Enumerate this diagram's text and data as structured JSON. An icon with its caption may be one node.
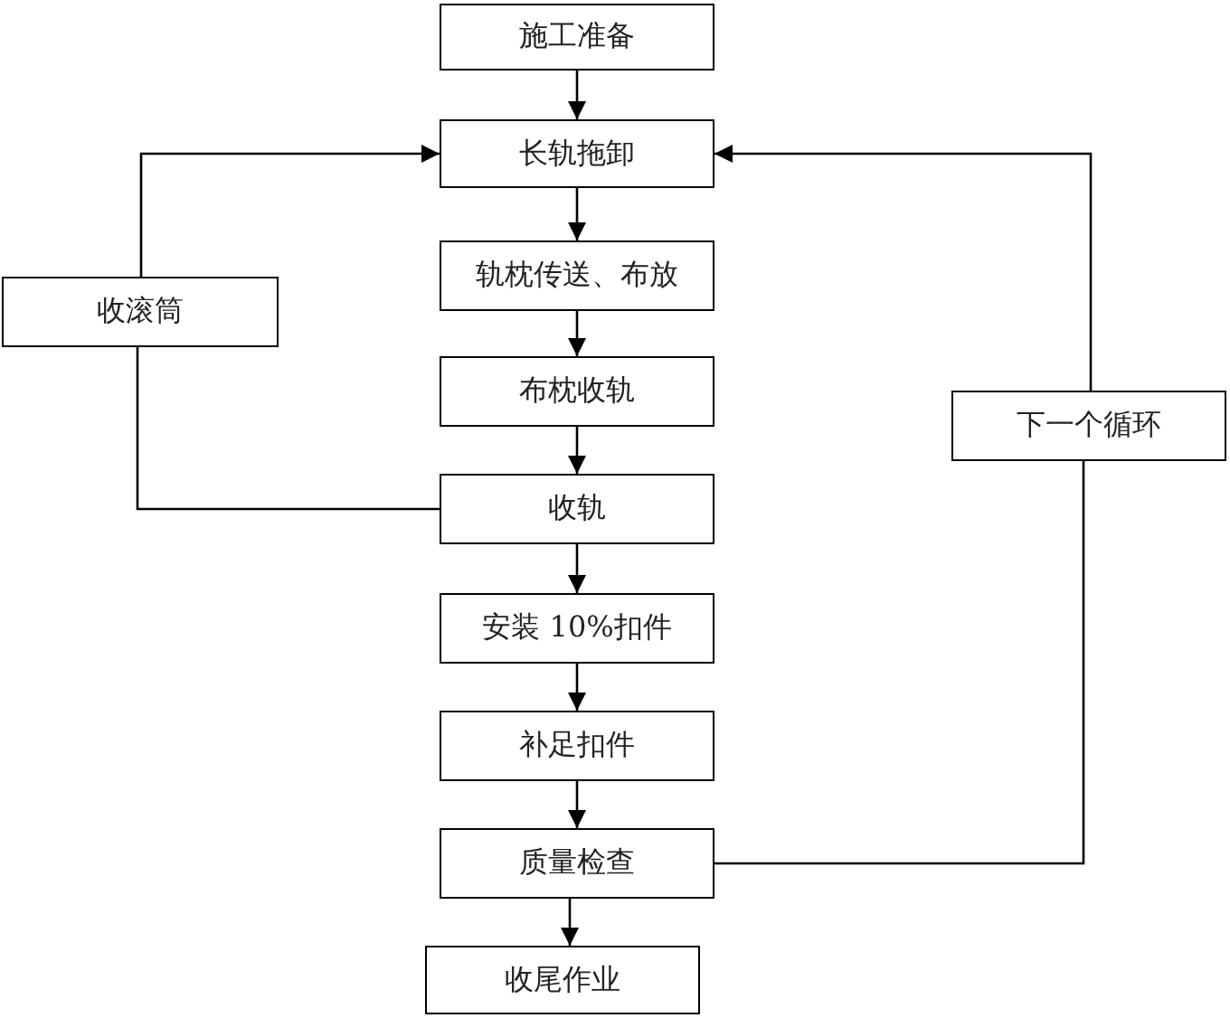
{
  "diagram": {
    "nodes": [
      {
        "text": [
          "施工准备"
        ]
      },
      {
        "text": [
          "长轨拖卸"
        ]
      },
      {
        "text": [
          "轨枕传送、布放"
        ]
      },
      {
        "text": [
          "收滚筒"
        ]
      },
      {
        "text": [
          "布枕收轨"
        ]
      },
      {
        "text": [
          "下一个循环"
        ]
      },
      {
        "text": [
          "收轨"
        ]
      },
      {
        "text": [
          "安装 10%扣件"
        ]
      },
      {
        "text": [
          "补足扣件"
        ]
      },
      {
        "text": [
          "质量检查"
        ]
      },
      {
        "text": [
          "收尾作业"
        ]
      }
    ],
    "edges": [
      {
        "from": 0,
        "to": 1,
        "arrow": "to"
      },
      {
        "from": 1,
        "to": 2,
        "arrow": "to"
      },
      {
        "from": 2,
        "to": 4,
        "arrow": "to"
      },
      {
        "from": 4,
        "to": 6,
        "arrow": "to"
      },
      {
        "from": 6,
        "to": 7,
        "arrow": "to"
      },
      {
        "from": 7,
        "to": 8,
        "arrow": "to"
      },
      {
        "from": 8,
        "to": 9,
        "arrow": "to"
      },
      {
        "from": 9,
        "to": 10,
        "arrow": "to"
      },
      {
        "from": 6,
        "to": 3,
        "arrow": "none"
      },
      {
        "from": 3,
        "to": 1,
        "arrow": "to"
      },
      {
        "from": 9,
        "to": 5,
        "arrow": "none"
      },
      {
        "from": 5,
        "to": 1,
        "arrow": "to"
      }
    ]
  }
}
